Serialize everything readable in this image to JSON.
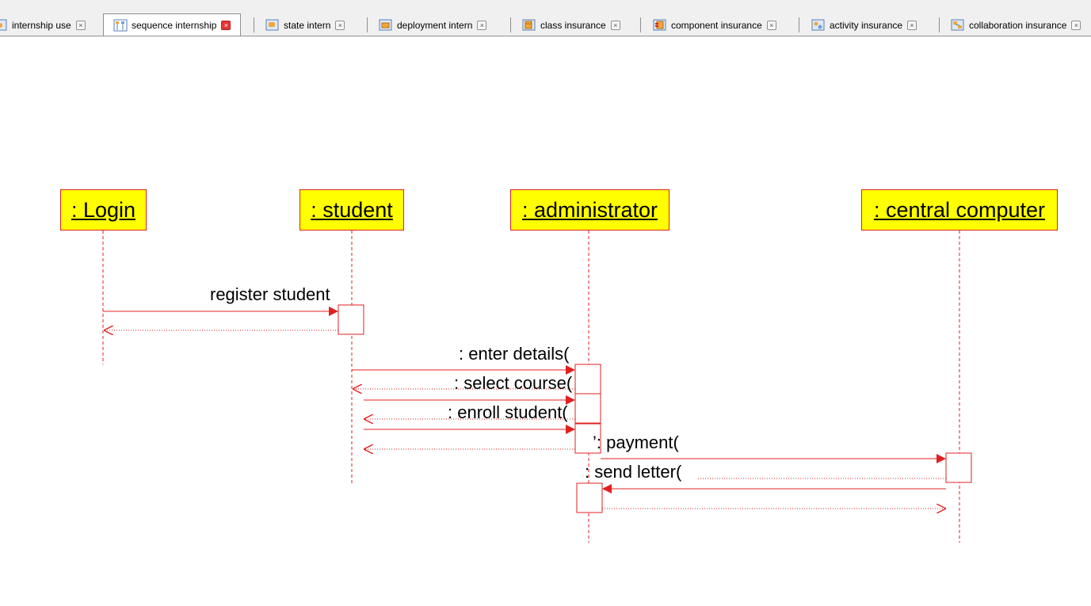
{
  "tabs": [
    {
      "label": "internship use",
      "icon": "use-case-diagram-icon"
    },
    {
      "label": "sequence internship",
      "icon": "sequence-diagram-icon",
      "active": true
    },
    {
      "label": "state intern",
      "icon": "state-diagram-icon"
    },
    {
      "label": "deployment intern",
      "icon": "deployment-diagram-icon"
    },
    {
      "label": "class insurance",
      "icon": "class-diagram-icon"
    },
    {
      "label": "component insurance",
      "icon": "component-diagram-icon"
    },
    {
      "label": "activity insurance",
      "icon": "activity-diagram-icon"
    },
    {
      "label": "collaboration insurance",
      "icon": "collaboration-diagram-icon"
    }
  ],
  "lifelines": {
    "login": ": Login",
    "student": ": student",
    "administrator": ": administrator",
    "central_computer": ": central computer"
  },
  "messages": {
    "register_student": "register student",
    "enter_details": ": enter details(",
    "select_course": ": select course(",
    "enroll_student": ": enroll student(",
    "payment": "’: payment(",
    "send_letter": ": send letter("
  },
  "colors": {
    "line": "#e02020",
    "lifeline_fill": "#ffff00",
    "close_active": "#e83434"
  }
}
